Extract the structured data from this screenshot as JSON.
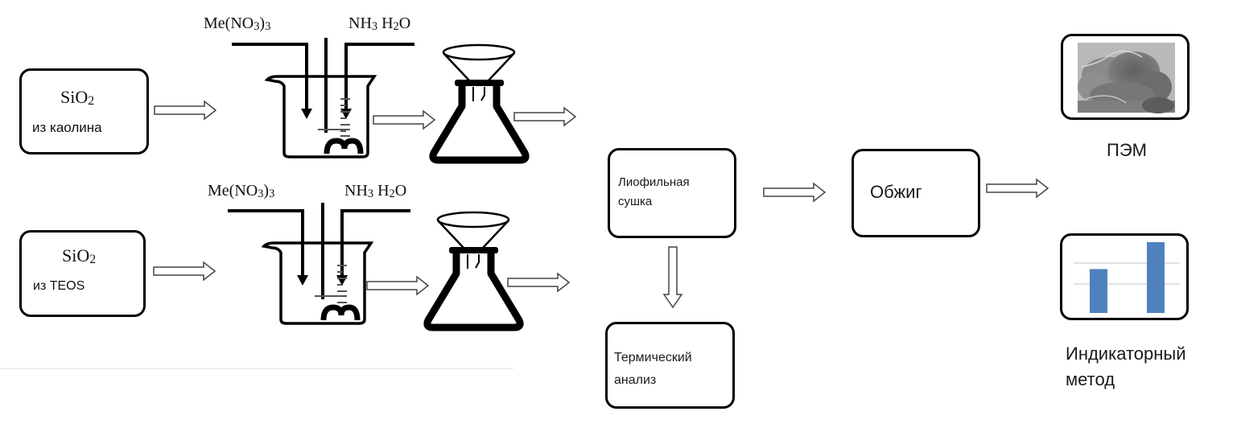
{
  "diagram": {
    "title": "Synthesis scheme",
    "inputs": [
      {
        "id": "kaolin",
        "formula_main": "SiO",
        "formula_sub": "2",
        "source": "из каолина"
      },
      {
        "id": "teos",
        "formula_main": "SiO",
        "formula_sub": "2",
        "source": "из TEOS"
      }
    ],
    "reagents": [
      {
        "row": 1,
        "left_main": "Me(NO",
        "left_sub1": "3",
        "left_close": ")",
        "left_sub2": "3",
        "right_a": "NH",
        "right_a_sub": "3",
        "right_b": " H",
        "right_b_sub": "2",
        "right_c": "O"
      },
      {
        "row": 2,
        "left_main": "Me(NO",
        "left_sub1": "3",
        "left_close": ")",
        "left_sub2": "3",
        "right_a": "NH",
        "right_a_sub": "3",
        "right_b": " H",
        "right_b_sub": "2",
        "right_c": "O"
      }
    ],
    "equipment": {
      "beaker_icon": "beaker-with-stirrer",
      "flask_icon": "erlenmeyer-flask-with-funnel"
    },
    "steps": {
      "drying": {
        "line1": "Лиофильная",
        "line2": "сушка"
      },
      "thermal_analysis": {
        "line1": "Термический",
        "line2": "анализ"
      },
      "calcination": {
        "label": "Обжиг"
      }
    },
    "outputs": {
      "tem": {
        "label": "ПЭМ",
        "icon": "tem-micrograph"
      },
      "indicator": {
        "line1": "Индикаторный",
        "line2": "метод",
        "icon": "bar-chart"
      }
    },
    "mini_chart": {
      "values": [
        0.62,
        1.0
      ],
      "bar_color": "#4f81bd",
      "grid_color": "#d9d9d9"
    }
  }
}
